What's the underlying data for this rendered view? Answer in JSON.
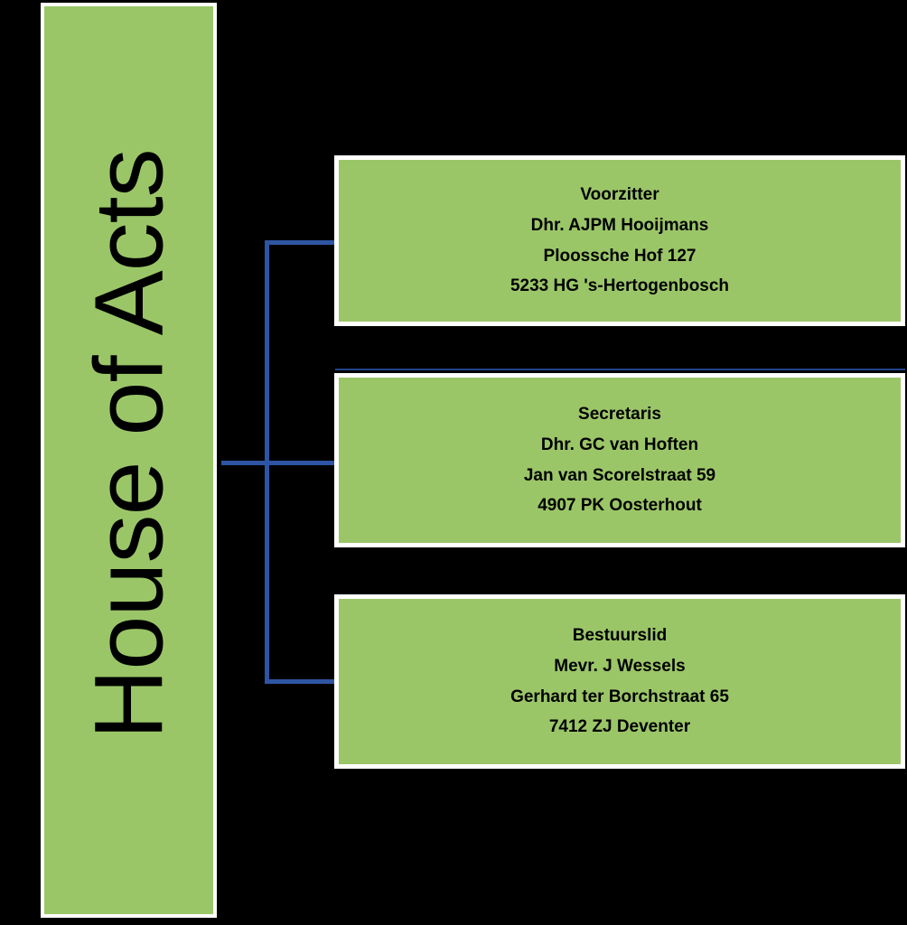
{
  "banner": {
    "title": "House of Acts"
  },
  "colors": {
    "background": "#000000",
    "panel_green": "#9BC668",
    "box_border": "#FFFFFF",
    "connector_blue": "#2E55A3",
    "text": "#000000"
  },
  "org_chart": {
    "type": "hierarchy",
    "root": "House of Acts",
    "nodes": [
      {
        "role": "Voorzitter",
        "name": "Dhr. AJPM Hooijmans",
        "street": "Ploossche Hof 127",
        "city": "5233 HG 's-Hertogenbosch"
      },
      {
        "role": "Secretaris",
        "name": "Dhr. GC van Hoften",
        "street": "Jan van Scorelstraat 59",
        "city": "4907 PK Oosterhout"
      },
      {
        "role": "Bestuurslid",
        "name": "Mevr. J Wessels",
        "street": "Gerhard ter Borchstraat 65",
        "city": "7412 ZJ Deventer"
      }
    ]
  }
}
